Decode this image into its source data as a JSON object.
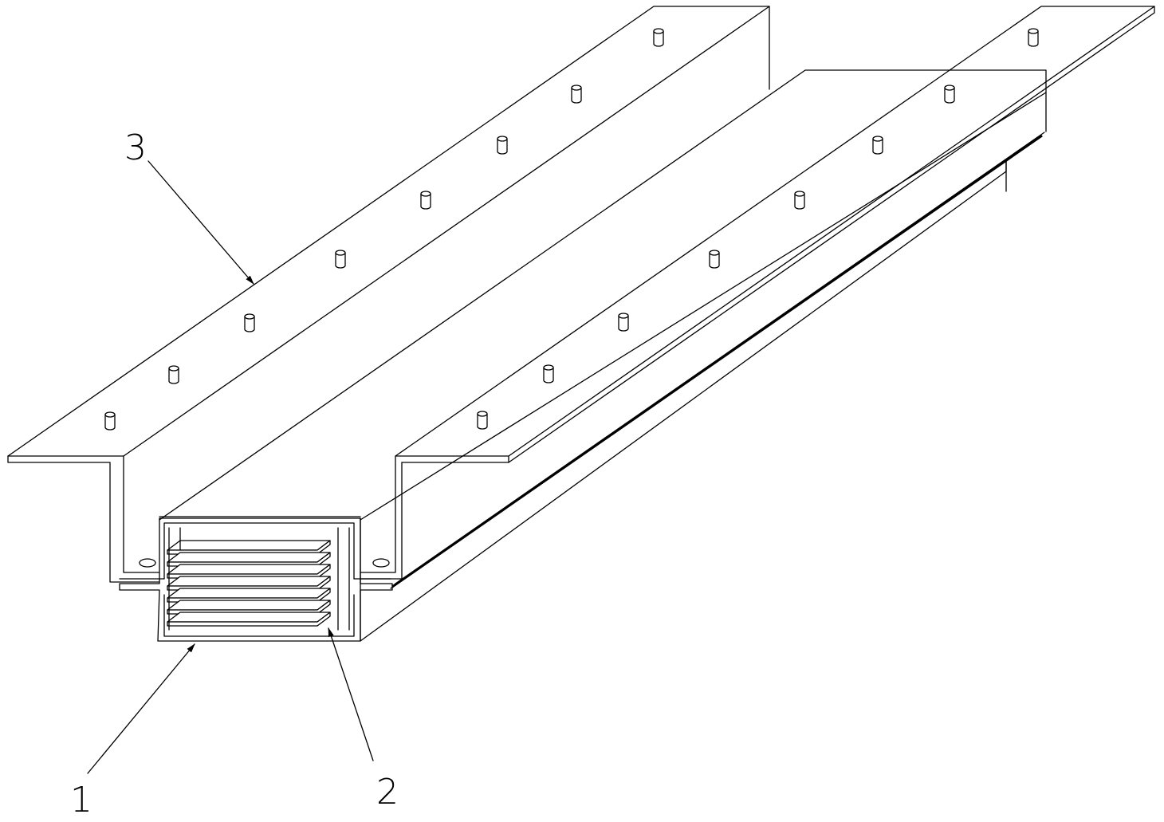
{
  "figure": {
    "labels": [
      {
        "id": "1",
        "text": "1"
      },
      {
        "id": "2",
        "text": "2"
      },
      {
        "id": "3",
        "text": "3"
      }
    ],
    "colors": {
      "line": "#000000",
      "background": "#ffffff"
    }
  }
}
